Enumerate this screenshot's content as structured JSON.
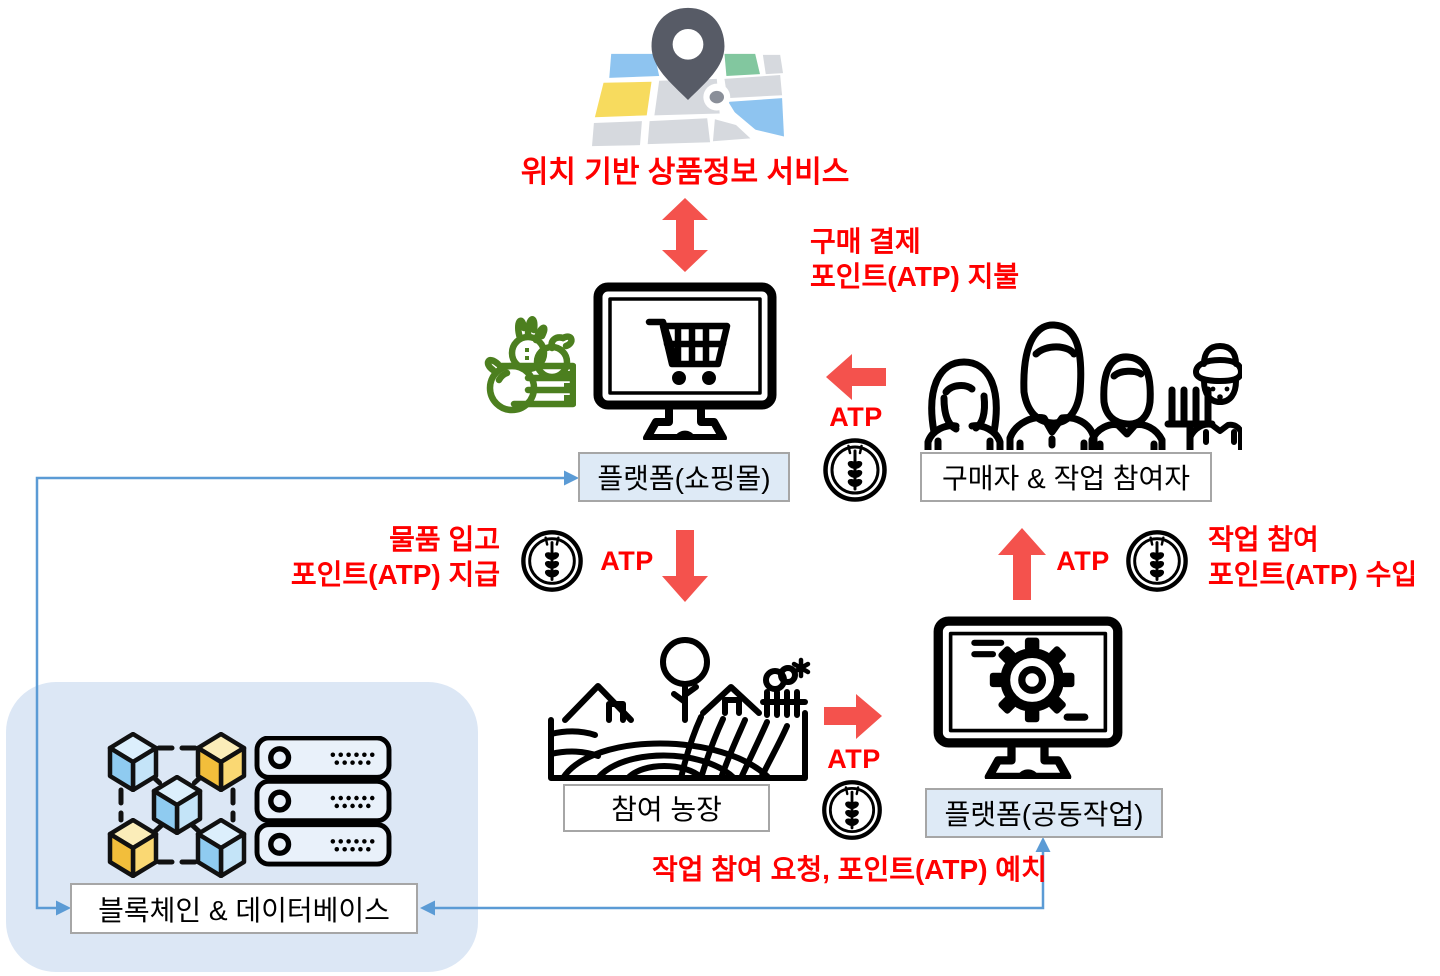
{
  "title": "위치 기반 상품정보 서비스",
  "nodes": {
    "shopping_platform": "플랫폼(쇼핑몰)",
    "buyers_workers": "구매자 & 작업 참여자",
    "farm": "참여 농장",
    "coop_platform": "플랫폼(공동작업)",
    "blockchain_db": "블록체인 & 데이터베이스"
  },
  "annotations": {
    "atp": "ATP",
    "purchase_line1": "구매 결제",
    "purchase_line2": "포인트(ATP) 지불",
    "stock_line1": "물품 입고",
    "stock_line2": "포인트(ATP) 지급",
    "work_line1": "작업 참여",
    "work_line2": "포인트(ATP) 수입",
    "request": "작업 참여 요청, 포인트(ATP) 예치"
  },
  "icons": {
    "top": "map-location-icon",
    "shop": "shopping-mall-monitor-icon",
    "produce": "produce-basket-icon",
    "people": "buyers-and-farmer-icon",
    "coin": "wheat-coin-icon",
    "farm": "farm-fields-icon",
    "coop": "gear-monitor-icon",
    "blockchain": "blockchain-cubes-icon",
    "database": "server-rack-icon"
  },
  "palette": {
    "red_text": "#FF0000",
    "arrow_red": "#F4524D",
    "connector_blue": "#5B9BD5",
    "node_fill_blue": "#DEEAF6",
    "node_border": "#A6A6A6",
    "container_fill": "#DCE7F5",
    "icon_green": "#4C7F1F",
    "pin_gray": "#575B66"
  }
}
